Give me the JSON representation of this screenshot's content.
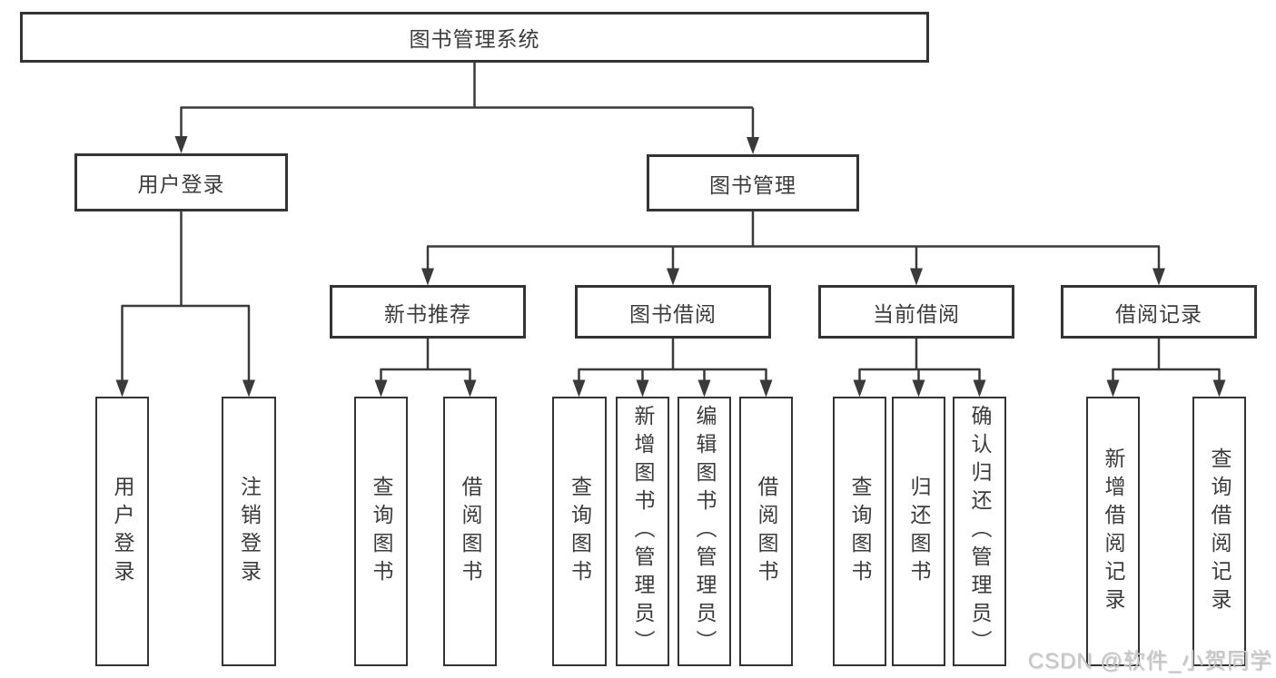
{
  "diagram": {
    "root": {
      "label": "图书管理系统"
    },
    "branches": [
      {
        "label": "用户登录",
        "children": [
          {
            "label": "用户登录"
          },
          {
            "label": "注销登录"
          }
        ]
      },
      {
        "label": "图书管理",
        "sections": [
          {
            "label": "新书推荐",
            "children": [
              {
                "label": "查询图书"
              },
              {
                "label": "借阅图书"
              }
            ]
          },
          {
            "label": "图书借阅",
            "children": [
              {
                "label": "查询图书"
              },
              {
                "label": "新增图书（管理员）"
              },
              {
                "label": "编辑图书（管理员）"
              },
              {
                "label": "借阅图书"
              }
            ]
          },
          {
            "label": "当前借阅",
            "children": [
              {
                "label": "查询图书"
              },
              {
                "label": "归还图书"
              },
              {
                "label": "确认归还（管理员）"
              }
            ]
          },
          {
            "label": "借阅记录",
            "children": [
              {
                "label": "新增借阅记录"
              },
              {
                "label": "查询借阅记录"
              }
            ]
          }
        ]
      }
    ]
  },
  "watermark": {
    "text": "CSDN @软件_小贺同学"
  },
  "colors": {
    "line": "#3a3a3a",
    "box_border": "#343434",
    "text": "#3c3c3c",
    "watermark": "#c7c7c7",
    "background": "#ffffff"
  }
}
